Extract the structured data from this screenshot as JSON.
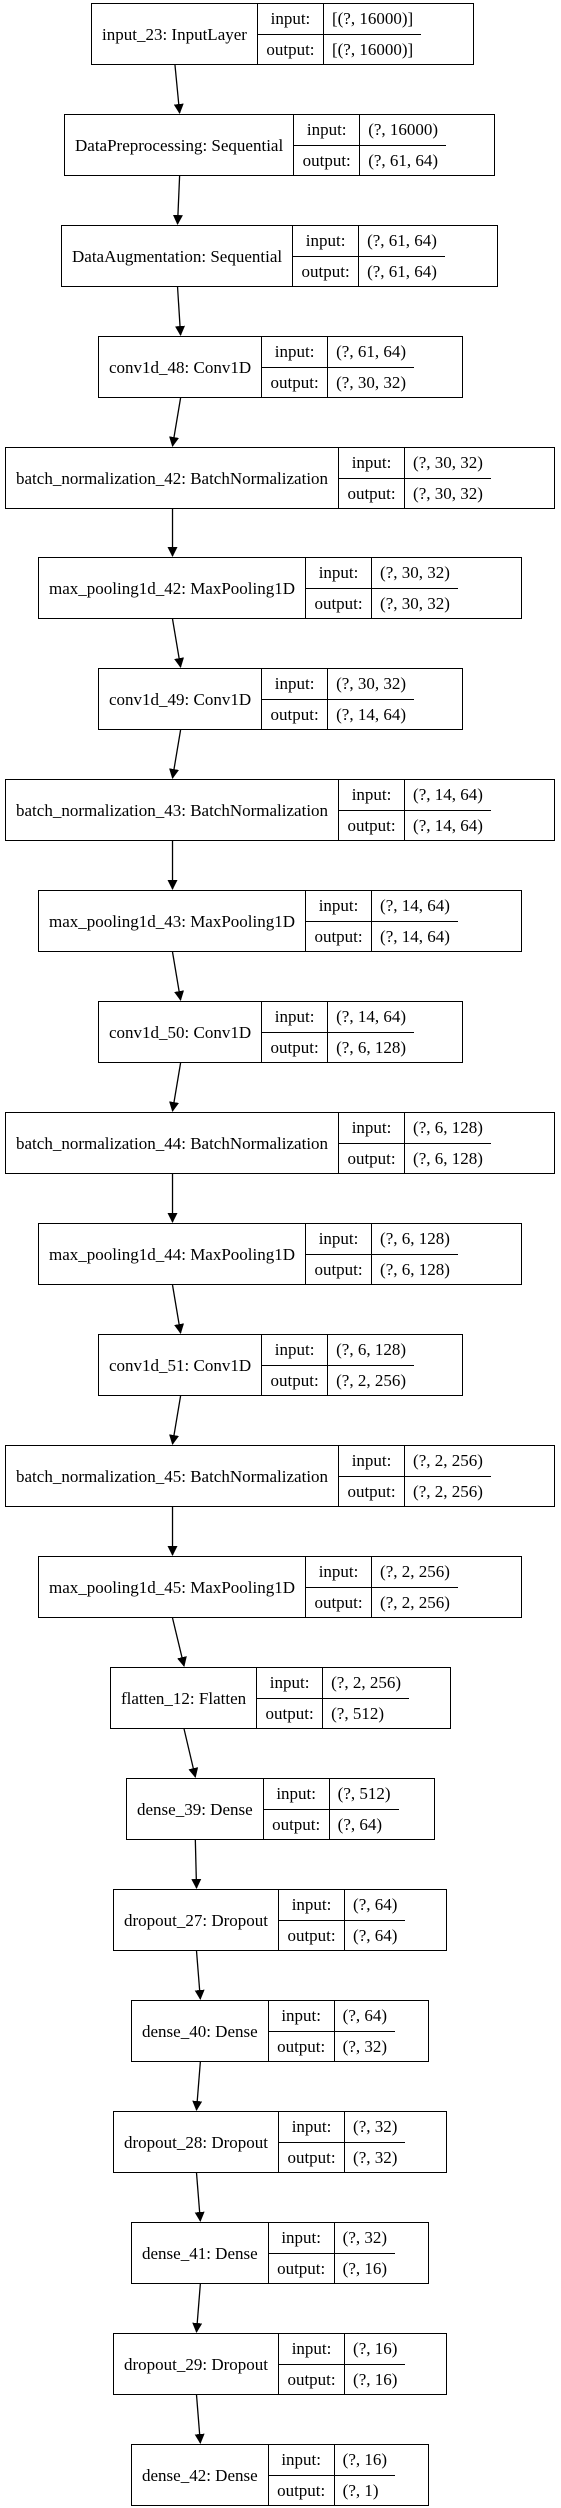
{
  "nodes": [
    {
      "name": "input_23: InputLayer",
      "input_label": "input:",
      "input": "[(?, 16000)]",
      "output_label": "output:",
      "output": "[(?, 16000)]"
    },
    {
      "name": "DataPreprocessing: Sequential",
      "input_label": "input:",
      "input": "(?, 16000)",
      "output_label": "output:",
      "output": "(?, 61, 64)"
    },
    {
      "name": "DataAugmentation: Sequential",
      "input_label": "input:",
      "input": "(?, 61, 64)",
      "output_label": "output:",
      "output": "(?, 61, 64)"
    },
    {
      "name": "conv1d_48: Conv1D",
      "input_label": "input:",
      "input": "(?, 61, 64)",
      "output_label": "output:",
      "output": "(?, 30, 32)"
    },
    {
      "name": "batch_normalization_42: BatchNormalization",
      "input_label": "input:",
      "input": "(?, 30, 32)",
      "output_label": "output:",
      "output": "(?, 30, 32)"
    },
    {
      "name": "max_pooling1d_42: MaxPooling1D",
      "input_label": "input:",
      "input": "(?, 30, 32)",
      "output_label": "output:",
      "output": "(?, 30, 32)"
    },
    {
      "name": "conv1d_49: Conv1D",
      "input_label": "input:",
      "input": "(?, 30, 32)",
      "output_label": "output:",
      "output": "(?, 14, 64)"
    },
    {
      "name": "batch_normalization_43: BatchNormalization",
      "input_label": "input:",
      "input": "(?, 14, 64)",
      "output_label": "output:",
      "output": "(?, 14, 64)"
    },
    {
      "name": "max_pooling1d_43: MaxPooling1D",
      "input_label": "input:",
      "input": "(?, 14, 64)",
      "output_label": "output:",
      "output": "(?, 14, 64)"
    },
    {
      "name": "conv1d_50: Conv1D",
      "input_label": "input:",
      "input": "(?, 14, 64)",
      "output_label": "output:",
      "output": "(?, 6, 128)"
    },
    {
      "name": "batch_normalization_44: BatchNormalization",
      "input_label": "input:",
      "input": "(?, 6, 128)",
      "output_label": "output:",
      "output": "(?, 6, 128)"
    },
    {
      "name": "max_pooling1d_44: MaxPooling1D",
      "input_label": "input:",
      "input": "(?, 6, 128)",
      "output_label": "output:",
      "output": "(?, 6, 128)"
    },
    {
      "name": "conv1d_51: Conv1D",
      "input_label": "input:",
      "input": "(?, 6, 128)",
      "output_label": "output:",
      "output": "(?, 2, 256)"
    },
    {
      "name": "batch_normalization_45: BatchNormalization",
      "input_label": "input:",
      "input": "(?, 2, 256)",
      "output_label": "output:",
      "output": "(?, 2, 256)"
    },
    {
      "name": "max_pooling1d_45: MaxPooling1D",
      "input_label": "input:",
      "input": "(?, 2, 256)",
      "output_label": "output:",
      "output": "(?, 2, 256)"
    },
    {
      "name": "flatten_12: Flatten",
      "input_label": "input:",
      "input": "(?, 2, 256)",
      "output_label": "output:",
      "output": "(?, 512)"
    },
    {
      "name": "dense_39: Dense",
      "input_label": "input:",
      "input": "(?, 512)",
      "output_label": "output:",
      "output": "(?, 64)"
    },
    {
      "name": "dropout_27: Dropout",
      "input_label": "input:",
      "input": "(?, 64)",
      "output_label": "output:",
      "output": "(?, 64)"
    },
    {
      "name": "dense_40: Dense",
      "input_label": "input:",
      "input": "(?, 64)",
      "output_label": "output:",
      "output": "(?, 32)"
    },
    {
      "name": "dropout_28: Dropout",
      "input_label": "input:",
      "input": "(?, 32)",
      "output_label": "output:",
      "output": "(?, 32)"
    },
    {
      "name": "dense_41: Dense",
      "input_label": "input:",
      "input": "(?, 32)",
      "output_label": "output:",
      "output": "(?, 16)"
    },
    {
      "name": "dropout_29: Dropout",
      "input_label": "input:",
      "input": "(?, 16)",
      "output_label": "output:",
      "output": "(?, 16)"
    },
    {
      "name": "dense_42: Dense",
      "input_label": "input:",
      "input": "(?, 16)",
      "output_label": "output:",
      "output": "(?, 1)"
    }
  ]
}
